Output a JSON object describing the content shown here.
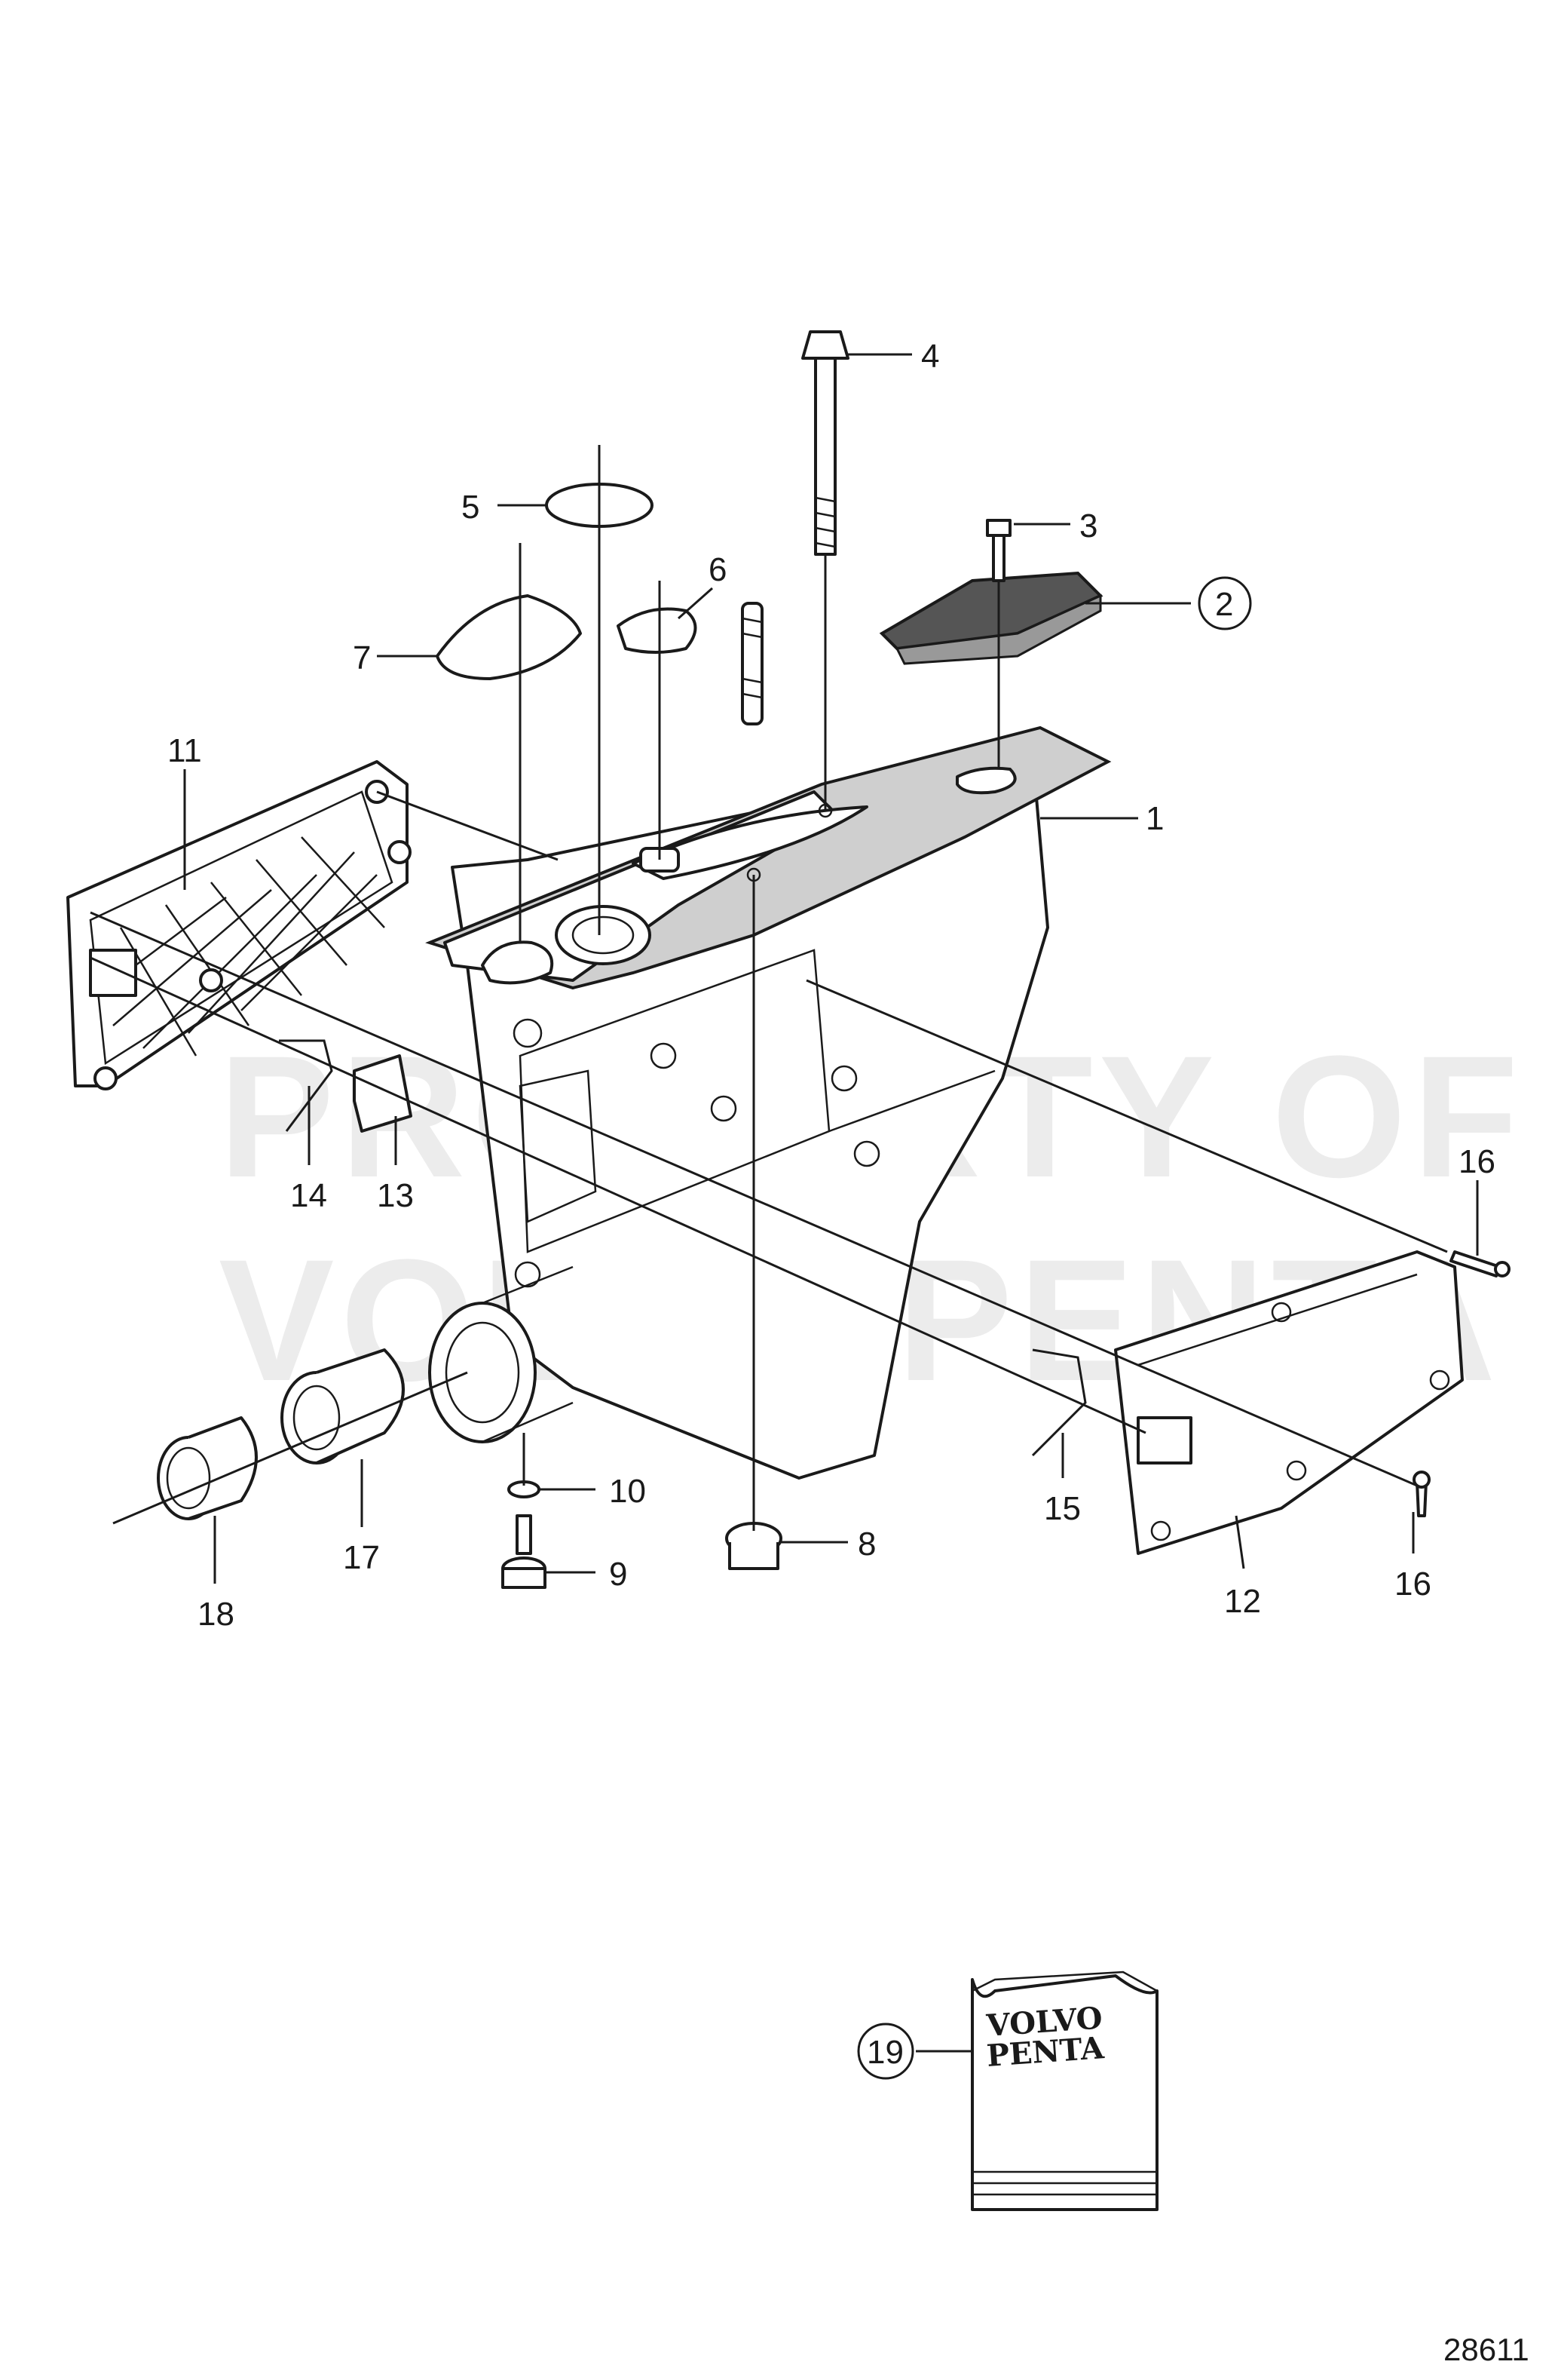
{
  "watermark": {
    "line1": "PROPERTY OF",
    "line2": "VOLVO PENTA"
  },
  "callouts": {
    "c1": "1",
    "c2": "2",
    "c3": "3",
    "c4": "4",
    "c5": "5",
    "c6": "6",
    "c7": "7",
    "c8": "8",
    "c9": "9",
    "c10": "10",
    "c11": "11",
    "c12": "12",
    "c13": "13",
    "c14": "14",
    "c15": "15",
    "c16a": "16",
    "c16b": "16",
    "c17": "17",
    "c18": "18",
    "c19": "19"
  },
  "kit": {
    "brand_line1": "VOLVO",
    "brand_line2": "PENTA"
  },
  "drawing_number": "28611"
}
